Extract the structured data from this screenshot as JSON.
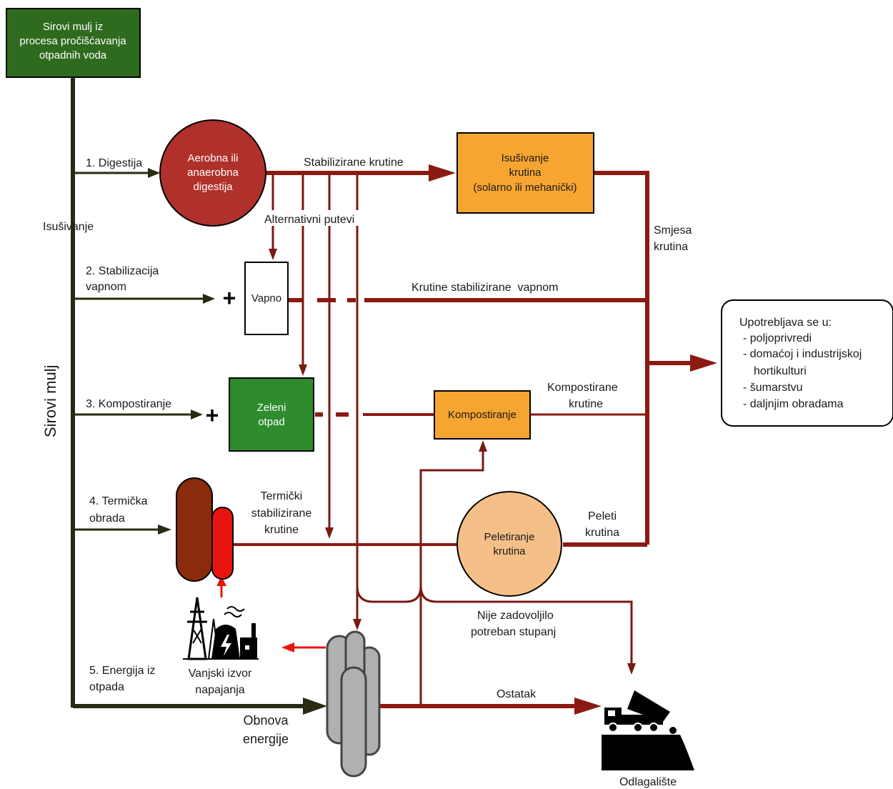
{
  "nodes": {
    "source": [
      "Sirovi mulj iz",
      "procesa pročišćavanja",
      "otpadnih voda"
    ],
    "digestion": [
      "Aerobna ili",
      "anaerobna",
      "digestija"
    ],
    "drying": [
      "Isušivanje",
      "krutina",
      "(solarno ili mehanički)"
    ],
    "lime": "Vapno",
    "green_waste": [
      "Zeleni",
      "otpad"
    ],
    "composting": "Kompostiranje",
    "pelletizing": [
      "Peletiranje",
      "krutina"
    ],
    "usage_title": "Upotrebljava se u:",
    "usage_items": [
      "- poljoprivredi",
      "- domaćoj i industrijskoj",
      "hortikulturi",
      "- šumarstvu",
      "- daljnjim obradama"
    ],
    "landfill": "Odlagalište",
    "power_source": [
      "Vanjski izvor",
      "napajanja"
    ]
  },
  "labels": {
    "raw_sludge": "Sirovi mulj",
    "dewatering": "Isušivanje",
    "digestion_route": "1. Digestija",
    "lime_route": [
      "2. Stabilizacija",
      "vapnom"
    ],
    "compost_route": "3. Kompostiranje",
    "thermal_route": [
      "4. Termička",
      "obrada"
    ],
    "energy_route": [
      "5. Energija iz",
      "otpada"
    ],
    "stabilized_solids": "Stabilizirane krutine",
    "alternative_paths": "Alternativni putevi",
    "solids_mixture": [
      "Smjesa",
      "krutina"
    ],
    "lime_stabilized_solids": "Krutine stabilizirane  vapnom",
    "composted_solids": [
      "Kompostirane",
      "krutine"
    ],
    "thermally_stabilized": [
      "Termički",
      "stabilizirane",
      "krutine"
    ],
    "solid_pellets": [
      "Peleti",
      "krutina"
    ],
    "not_satisfied": [
      "Nije zadovoljilo",
      "potreban stupanj"
    ],
    "residue": "Ostatak",
    "energy_recovery": [
      "Obnova",
      "energije"
    ],
    "plus": "+"
  },
  "colors": {
    "dark_green": "#2e6b1f",
    "dark_red_circle": "#b0312b",
    "orange": "#f7a531",
    "green_box": "#2e8b2e",
    "peach": "#f5c088",
    "brown_tank": "#8a2c0c",
    "red_tank": "#e8140f",
    "flow_red": "#8b1a12",
    "flow_dark": "#2a2a12",
    "cylinder_gray": "#b0b0b0"
  }
}
